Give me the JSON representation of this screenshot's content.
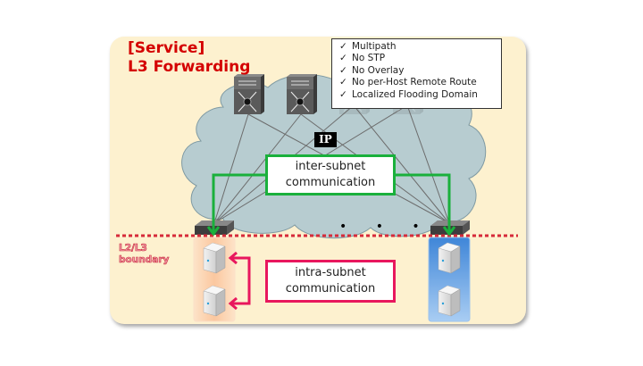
{
  "title": {
    "line1": "[Service]",
    "line2": "L3 Forwarding"
  },
  "checklist": {
    "items": [
      {
        "mark": "✓",
        "label": "Multipath"
      },
      {
        "mark": "✓",
        "label": "No STP"
      },
      {
        "mark": "✓",
        "label": "No Overlay"
      },
      {
        "mark": "✓",
        "label": "No per-Host Remote Route"
      },
      {
        "mark": "✓",
        "label": "Localized Flooding Domain"
      }
    ]
  },
  "cloud": {
    "label": "IP",
    "ellipsis": "• • •"
  },
  "inter_subnet": {
    "line1": "inter-subnet",
    "line2": "communication",
    "color": "#1ab03c"
  },
  "intra_subnet": {
    "line1": "intra-subnet",
    "line2": "communication",
    "color": "#e8175d"
  },
  "boundary": {
    "line1": "L2/L3",
    "line2": "boundary",
    "line_color": "#d62b3a"
  },
  "colors": {
    "panel_bg": "#fdf1cf",
    "title": "#d40000",
    "cloud": "#b7ccd0",
    "subnet_left": "#fbc79f",
    "subnet_right": "#5b9be0"
  },
  "nodes": {
    "spine_switches": [
      "spine-1",
      "spine-2",
      "spine-3",
      "spine-4"
    ],
    "leaf_switches": [
      "leaf-left",
      "leaf-right"
    ],
    "servers_left": [
      "server-1",
      "server-2"
    ],
    "servers_right": [
      "server-3",
      "server-4"
    ]
  }
}
